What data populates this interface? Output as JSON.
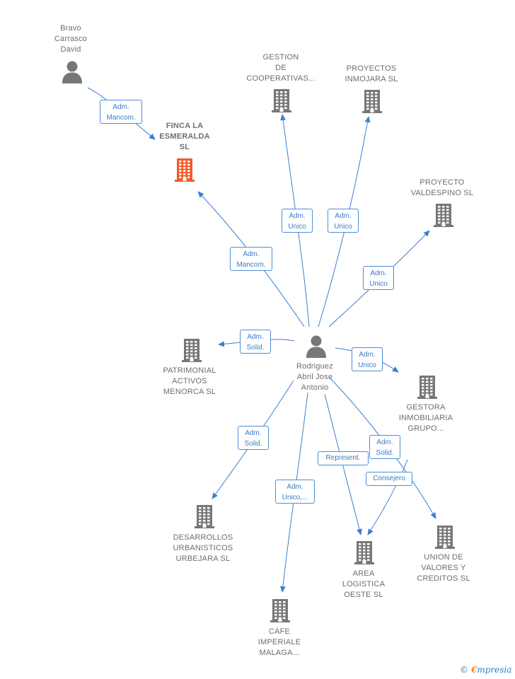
{
  "colors": {
    "edge": "#3a7fd5",
    "icon": "#777777",
    "icon_highlight": "#f2592b",
    "label_border": "#4a8fd8"
  },
  "nodes": [
    {
      "id": "bravo",
      "type": "person",
      "label": "Bravo\nCarrasco\nDavid"
    },
    {
      "id": "finca",
      "type": "company",
      "highlight": true,
      "label": "FINCA LA\nESMERALDA\nSL"
    },
    {
      "id": "gestion",
      "type": "company",
      "label": "GESTION\nDE\nCOOPERATIVAS..."
    },
    {
      "id": "proyectos",
      "type": "company",
      "label": "PROYECTOS\nINMOJARA SL"
    },
    {
      "id": "valdespino",
      "type": "company",
      "label": "PROYECTO\nVALDESPINO SL"
    },
    {
      "id": "patrimonial",
      "type": "company",
      "label": "PATRIMONIAL\nACTIVOS\nMENORCA  SL"
    },
    {
      "id": "rodriguez",
      "type": "person",
      "label": "Rodriguez\nAbril Jose\nAntonio"
    },
    {
      "id": "gestora",
      "type": "company",
      "label": "GESTORA\nINMOBILIARIA\nGRUPO..."
    },
    {
      "id": "desarrollos",
      "type": "company",
      "label": "DESARROLLOS\nURBANISTICOS\nURBEJARA SL"
    },
    {
      "id": "union",
      "type": "company",
      "label": "UNION DE\nVALORES Y\nCREDITOS SL"
    },
    {
      "id": "area",
      "type": "company",
      "label": "AREA\nLOGISTICA\nOESTE SL"
    },
    {
      "id": "cafe",
      "type": "company",
      "label": "CAFE\nIMPERIALE\nMALAGA..."
    }
  ],
  "edges": [
    {
      "id": "bravo-finca",
      "label": "Adm.\nMancom."
    },
    {
      "id": "rod-finca",
      "label": "Adm.\nMancom."
    },
    {
      "id": "rod-gestion",
      "label": "Adm.\nUnico"
    },
    {
      "id": "rod-proyectos",
      "label": "Adm.\nUnico"
    },
    {
      "id": "rod-valdespino",
      "label": "Adm.\nUnico"
    },
    {
      "id": "rod-patrimonial",
      "label": "Adm.\nSolid."
    },
    {
      "id": "rod-gestora",
      "label": "Adm.\nUnico"
    },
    {
      "id": "rod-desarrollos",
      "label": "Adm.\nSolid."
    },
    {
      "id": "rod-cafe",
      "label": "Adm.\nUnico,..."
    },
    {
      "id": "rod-area-rep",
      "label": "Represent."
    },
    {
      "id": "rod-union",
      "label": "Adm.\nSolid."
    },
    {
      "id": "rod-area-cons",
      "label": "Consejero"
    }
  ],
  "footer": {
    "copyright": "©",
    "brand_first": "€",
    "brand_rest": "mpresia"
  }
}
